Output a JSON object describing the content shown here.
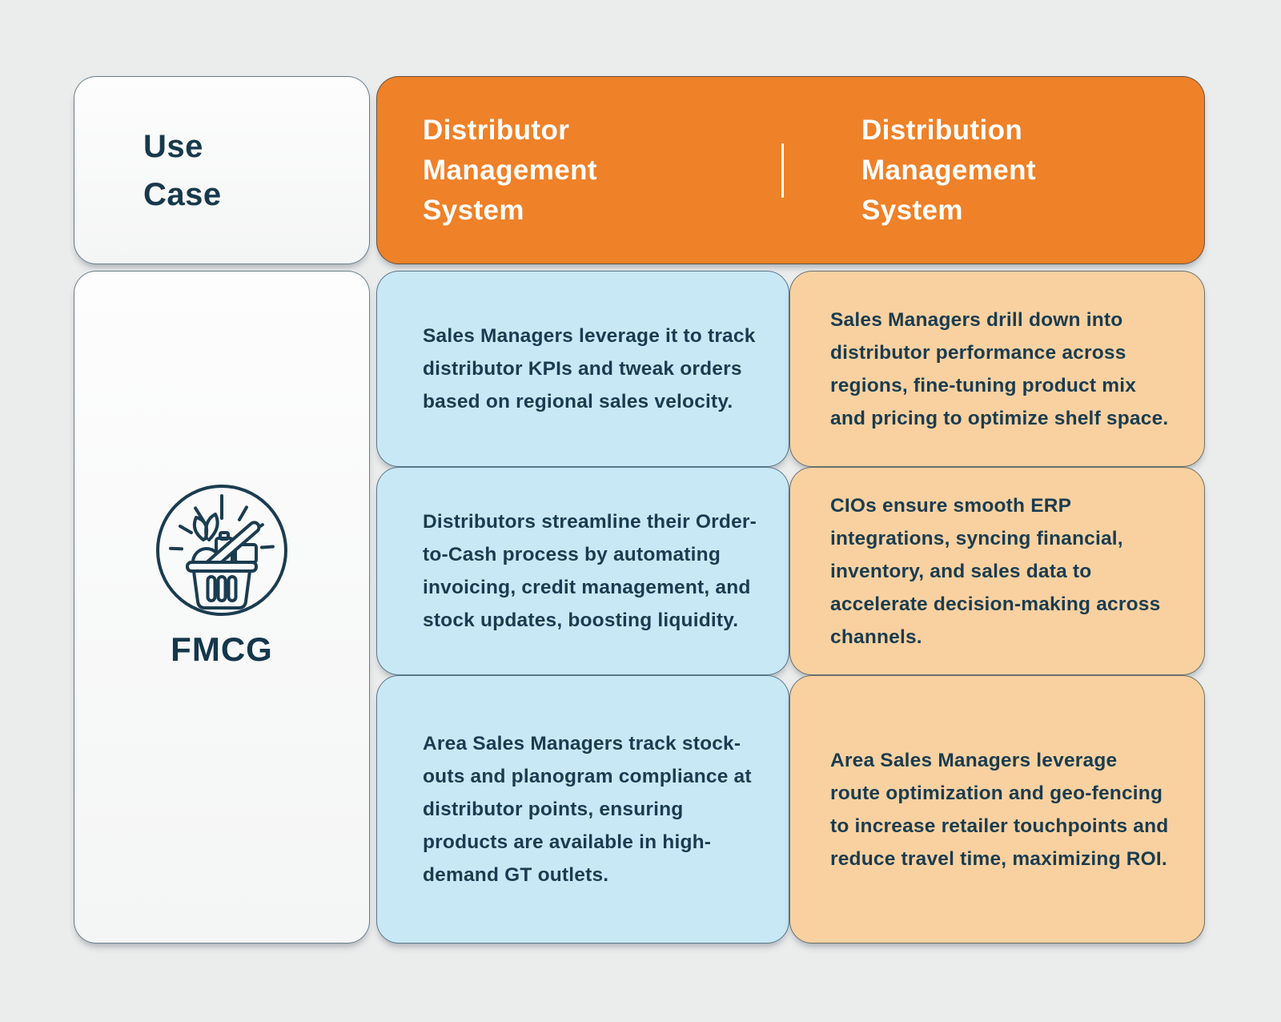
{
  "colors": {
    "background": "#EBECEC",
    "header_orange": "#EF8128",
    "card_blue": "#C9E8F6",
    "card_peach": "#F9D1A0",
    "card_white": "#FAFBFB",
    "text_dark_navy": "#1A3C50",
    "text_white": "#FFFFFF"
  },
  "header": {
    "use_case_label": "Use\nCase",
    "column1_title": "Distributor\nManagement\nSystem",
    "column2_title": "Distribution\nManagement\nSystem"
  },
  "row_label": {
    "icon": "fmcg-basket-icon",
    "label": "FMCG"
  },
  "column1_cells": [
    {
      "text": "Sales Managers leverage it to track distributor KPIs and tweak orders based on regional sales velocity."
    },
    {
      "text": "Distributors streamline their Order-to-Cash process by automating invoicing, credit management, and stock updates, boosting liquidity."
    },
    {
      "text": "Area Sales Managers track stock-outs and planogram compliance at distributor points, ensuring products are available in high-demand GT outlets."
    }
  ],
  "column2_cells": [
    {
      "text": "Sales Managers drill down into distributor performance across regions, fine-tuning product mix and pricing to optimize shelf space."
    },
    {
      "text": "CIOs ensure smooth ERP integrations, syncing financial, inventory, and sales data to accelerate decision-making across channels."
    },
    {
      "text": "Area Sales Managers leverage route optimization and geo-fencing to increase retailer touchpoints and reduce travel time, maximizing ROI."
    }
  ]
}
